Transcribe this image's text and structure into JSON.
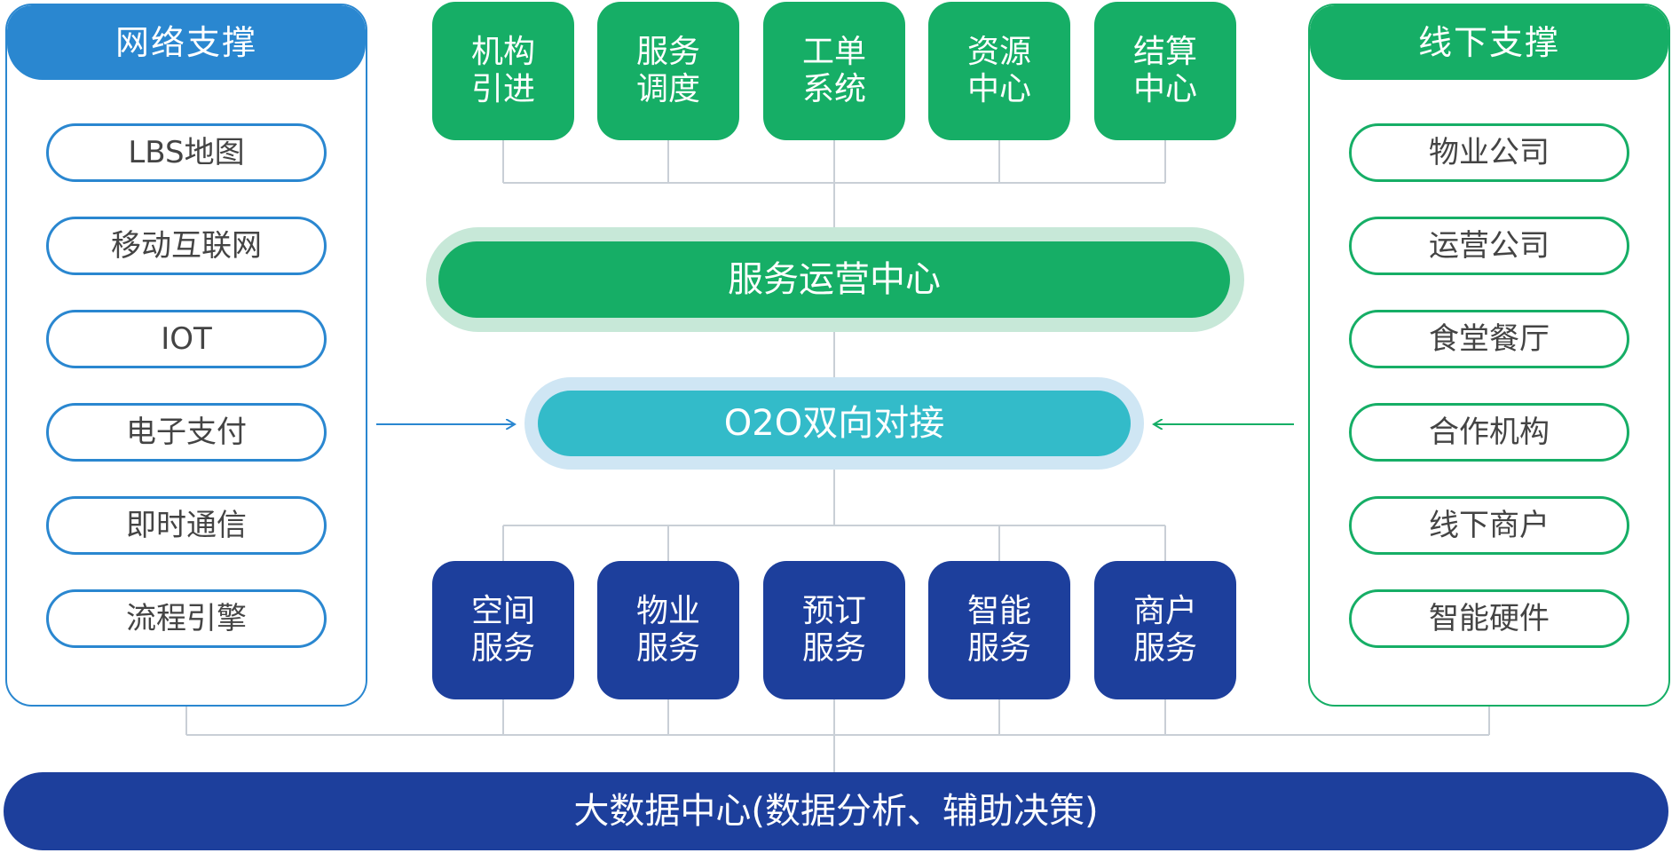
{
  "left_panel": {
    "title": "网络支撑",
    "items": [
      "LBS地图",
      "移动互联网",
      "IOT",
      "电子支付",
      "即时通信",
      "流程引擎"
    ]
  },
  "right_panel": {
    "title": "线下支撑",
    "items": [
      "物业公司",
      "运营公司",
      "食堂餐厅",
      "合作机构",
      "线下商户",
      "智能硬件"
    ]
  },
  "top_tiles": [
    [
      "机构",
      "引进"
    ],
    [
      "服务",
      "调度"
    ],
    [
      "工单",
      "系统"
    ],
    [
      "资源",
      "中心"
    ],
    [
      "结算",
      "中心"
    ]
  ],
  "bottom_tiles": [
    [
      "空间",
      "服务"
    ],
    [
      "物业",
      "服务"
    ],
    [
      "预订",
      "服务"
    ],
    [
      "智能",
      "服务"
    ],
    [
      "商户",
      "服务"
    ]
  ],
  "center": {
    "ops": "服务运营中心",
    "o2o": "O2O双向对接"
  },
  "bottom_bar": "大数据中心(数据分析、辅助决策)",
  "colors": {
    "blue": "#2a87d0",
    "green": "#16ae66",
    "navy": "#1d3f9c",
    "teal": "#33bbc9",
    "connector": "#c9cfd6"
  }
}
